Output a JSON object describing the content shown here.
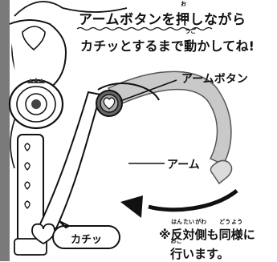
{
  "instruction": {
    "line1": "アームボタンを押しながら",
    "line2_before": "カチッとするまで",
    "line2_kanji": "動",
    "line2_after": "かしてね!",
    "ruby_osu": "お",
    "ruby_ugo": "うご"
  },
  "labels": {
    "arm_button": "アームボタン",
    "arm": "アーム",
    "click": "カチッ"
  },
  "note": {
    "mark": "※",
    "han": "反",
    "han_ruby": "はん",
    "tai": "対",
    "tai_ruby": "たい",
    "gawa": "側",
    "gawa_ruby": "がわ",
    "mo": "も",
    "dou": "同",
    "dou_ruby": "どう",
    "you": "様",
    "you_ruby": "よう",
    "ni": "に",
    "oko": "行",
    "oko_ruby": "おこ",
    "rest": "います。"
  },
  "colors": {
    "ink": "#111111",
    "ghost_arm": "#bdbdbd",
    "solid_arm": "#ffffff",
    "side_bar": "#7a7a7a"
  }
}
